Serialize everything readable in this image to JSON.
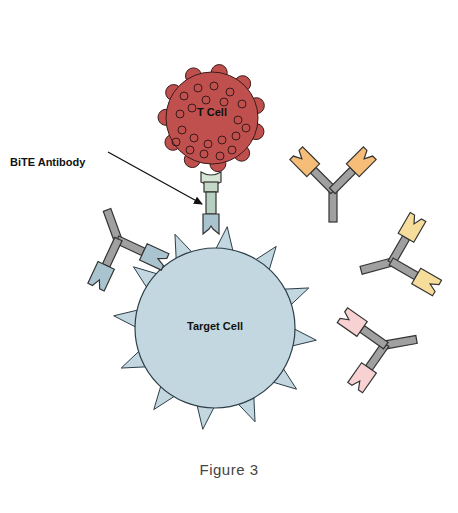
{
  "diagram": {
    "caption": "Figure 3",
    "nodes": [
      {
        "text": [
          "T Cell"
        ]
      },
      {
        "text": [
          "Target Cell"
        ]
      }
    ],
    "labels": [
      "BiTE Antibody"
    ]
  }
}
